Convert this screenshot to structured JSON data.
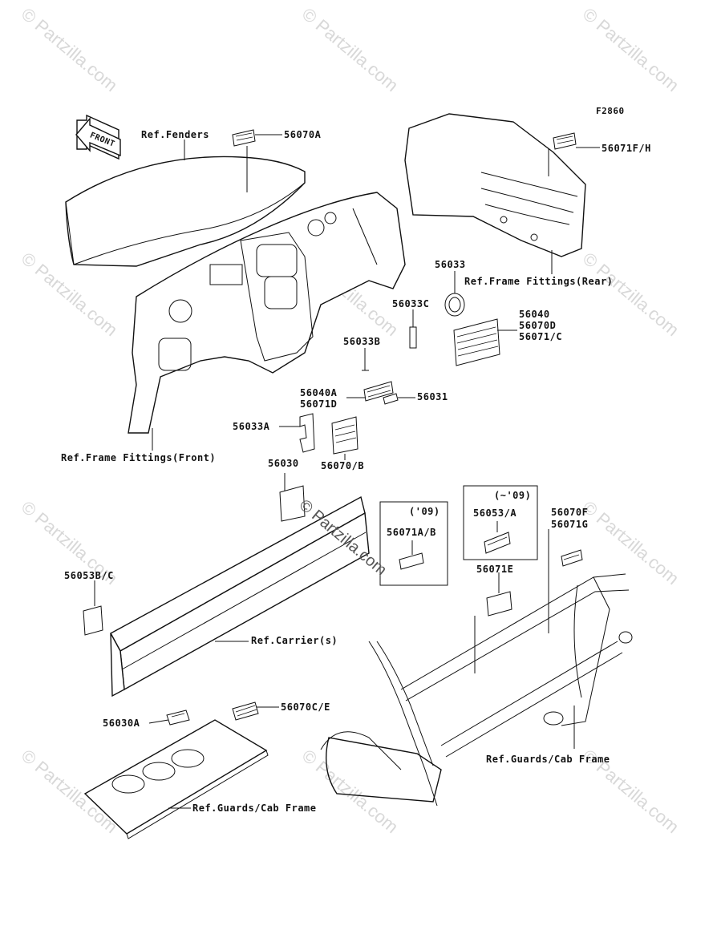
{
  "figure_code": "F2860",
  "watermark": "© Partzilla.com",
  "front_arrow": "FRONT",
  "refs": {
    "fenders": "Ref.Fenders",
    "frame_rear": "Ref.Frame Fittings(Rear)",
    "frame_front": "Ref.Frame Fittings(Front)",
    "carrier": "Ref.Carrier(s)",
    "guards_right": "Ref.Guards/Cab Frame",
    "guards_bottom": "Ref.Guards/Cab Frame"
  },
  "parts": {
    "p56070A": "56070A",
    "p56071FH": "56071F/H",
    "p56033": "56033",
    "p56033C": "56033C",
    "p56040": "56040",
    "p56070D": "56070D",
    "p56071C": "56071/C",
    "p56033B": "56033B",
    "p56040A": "56040A",
    "p56071D": "56071D",
    "p56031": "56031",
    "p56033A": "56033A",
    "p56070B": "56070/B",
    "p56030": "56030",
    "p56071AB": "56071A/B",
    "p56053A": "56053/A",
    "p56070F": "56070F",
    "p56071G": "56071G",
    "p56071E": "56071E",
    "p56053BC": "56053B/C",
    "p56030A": "56030A",
    "p56070CE": "56070C/E"
  },
  "year_notes": {
    "box1": "('09)",
    "box2": "(~'09)"
  }
}
